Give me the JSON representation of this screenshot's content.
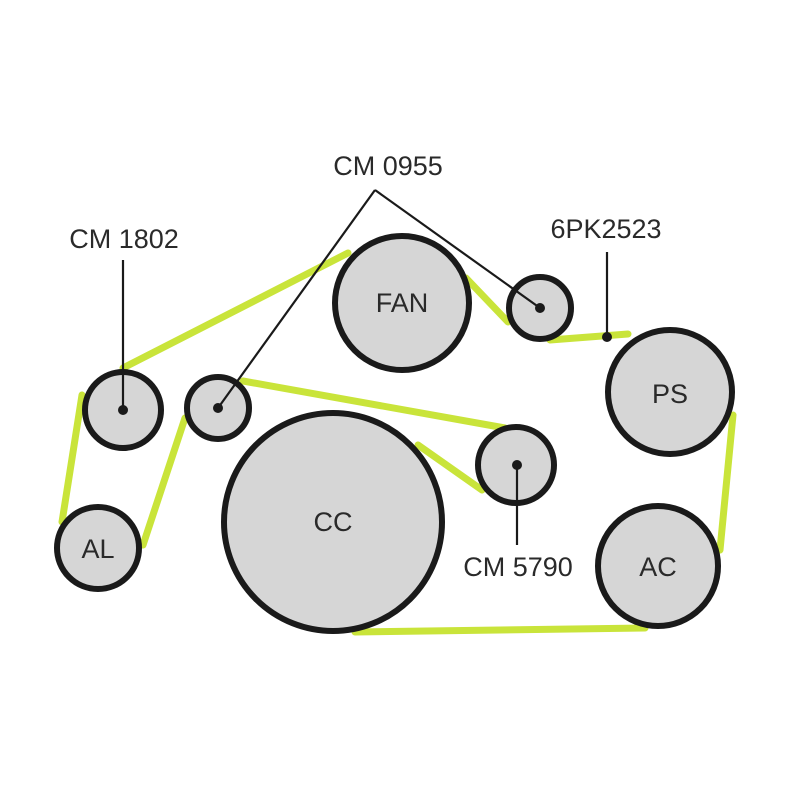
{
  "colors": {
    "belt": "#c9e43a",
    "pulley_fill": "#d6d6d6",
    "outline": "#1a1a1a"
  },
  "pulleys": {
    "fan": "FAN",
    "ps": "PS",
    "ac": "AC",
    "cc": "CC",
    "al": "AL"
  },
  "callouts": {
    "cm0955": "CM 0955",
    "cm1802": "CM 1802",
    "belt": "6PK2523",
    "cm5790": "CM 5790"
  }
}
